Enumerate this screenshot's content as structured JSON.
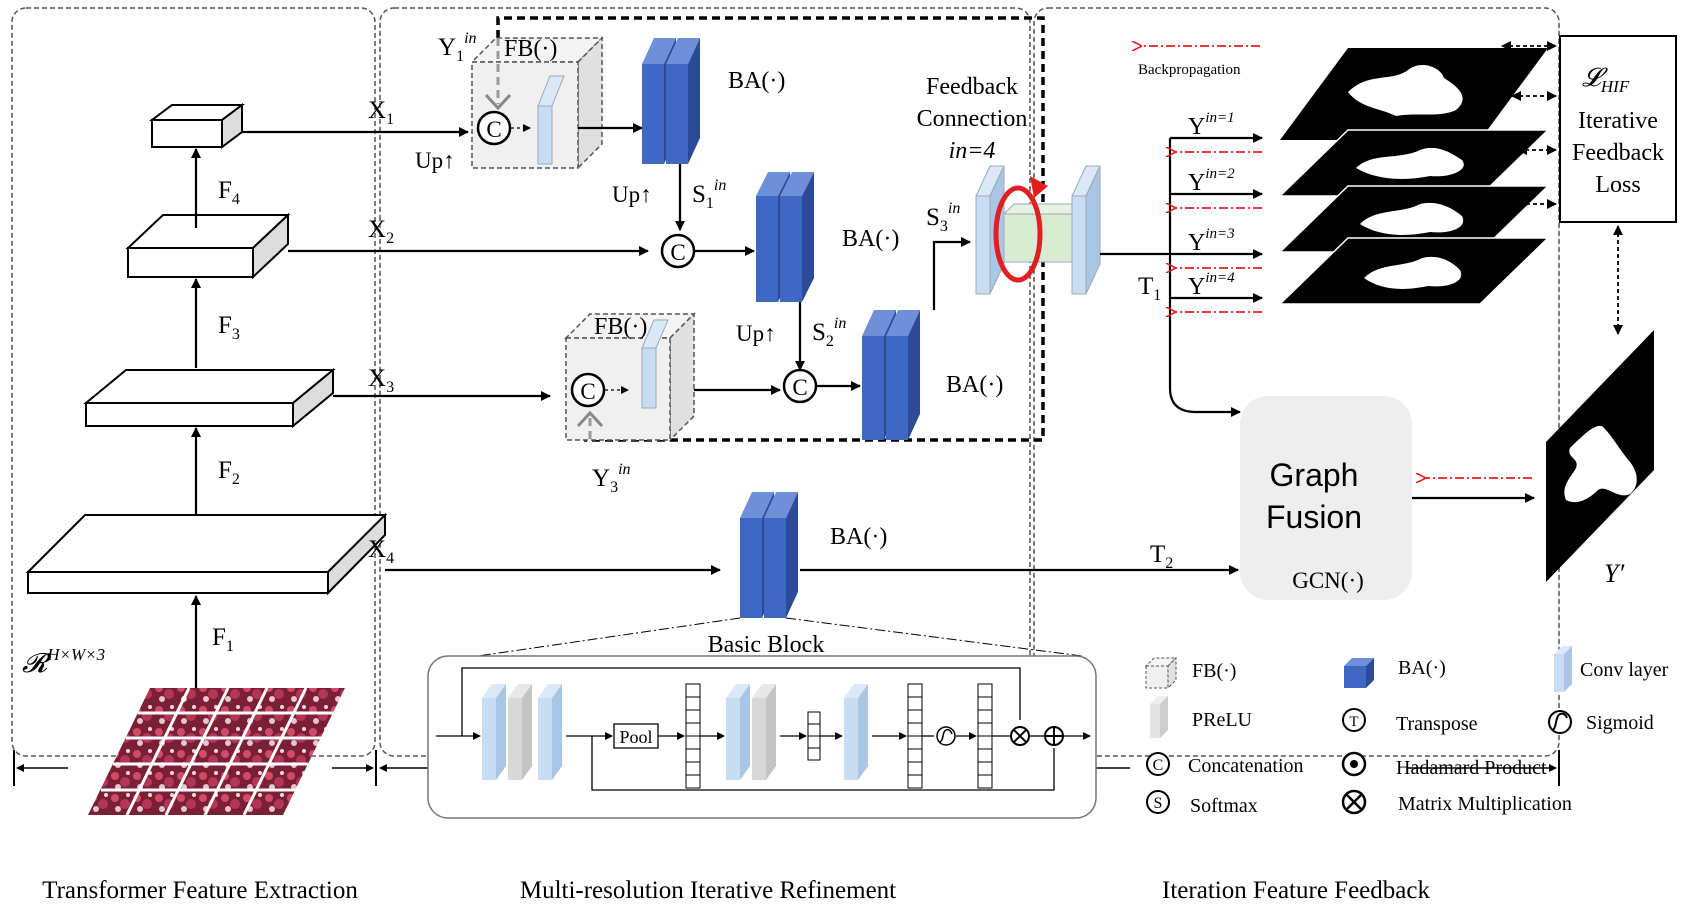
{
  "sections": {
    "left_title": "Transformer Feature Extraction",
    "middle_title": "Multi-resolution Iterative Refinement",
    "right_title": "Iteration Feature Feedback"
  },
  "encoder": {
    "input_label": "𝓡",
    "input_sup": "H×W×3",
    "stages": [
      {
        "f": "F",
        "f_sub": "1"
      },
      {
        "f": "F",
        "f_sub": "2"
      },
      {
        "f": "F",
        "f_sub": "3"
      },
      {
        "f": "F",
        "f_sub": "4"
      }
    ],
    "outputs": [
      {
        "x": "X",
        "x_sub": "1"
      },
      {
        "x": "X",
        "x_sub": "2"
      },
      {
        "x": "X",
        "x_sub": "3"
      },
      {
        "x": "X",
        "x_sub": "4"
      }
    ]
  },
  "refinement": {
    "fb_label": "FB(·)",
    "ba_label": "BA(·)",
    "up_label": "Up↑",
    "y1": "Y",
    "y1_sub": "1",
    "y1_sup": "in",
    "y3": "Y",
    "y3_sub": "3",
    "y3_sup": "in",
    "s1": "S",
    "s1_sub": "1",
    "s1_sup": "in",
    "s2": "S",
    "s2_sub": "2",
    "s2_sup": "in",
    "s3": "S",
    "s3_sub": "3",
    "s3_sup": "in",
    "feedback_line1": "Feedback",
    "feedback_line2": "Connection",
    "feedback_line3": "in=4",
    "concat_symbol": "C",
    "basic_block_title": "Basic Block",
    "pool_label": "Pool"
  },
  "feedback": {
    "backprop_label": "Backpropagation",
    "loss_symbol": "𝓛",
    "loss_sub": "HIF",
    "loss_line1": "Iterative",
    "loss_line2": "Feedback",
    "loss_line3": "Loss",
    "outputs": [
      {
        "y": "Y",
        "sup": "in=1"
      },
      {
        "y": "Y",
        "sup": "in=2"
      },
      {
        "y": "Y",
        "sup": "in=3"
      },
      {
        "y": "Y",
        "sup": "in=4"
      }
    ],
    "t1": "T",
    "t1_sub": "1",
    "t2": "T",
    "t2_sub": "2",
    "fusion_line1": "Graph",
    "fusion_line2": "Fusion",
    "fusion_gcn": "GCN(·)",
    "final_output": "Y′"
  },
  "legend": {
    "fb": "FB(·)",
    "ba": "BA(·)",
    "conv": "Conv layer",
    "prelu": "PReLU",
    "transpose": "Transpose",
    "sigmoid": "Sigmoid",
    "concatenation": "Concatenation",
    "hadamard": "Hadamard Product",
    "softmax": "Softmax",
    "matmul": "Matrix Multiplication",
    "sym_t": "T",
    "sym_s": "S",
    "sym_c": "C"
  },
  "colors": {
    "ba_front": "#3f67c4",
    "ba_side": "#2b4b98",
    "ba_top": "#6f90d8",
    "conv_front": "#c9ddf2",
    "conv_side": "#a9c6e6",
    "fb_fill": "#ececec",
    "fusion_box": "#eeeeee",
    "feedback_arrow": "#e02020"
  }
}
